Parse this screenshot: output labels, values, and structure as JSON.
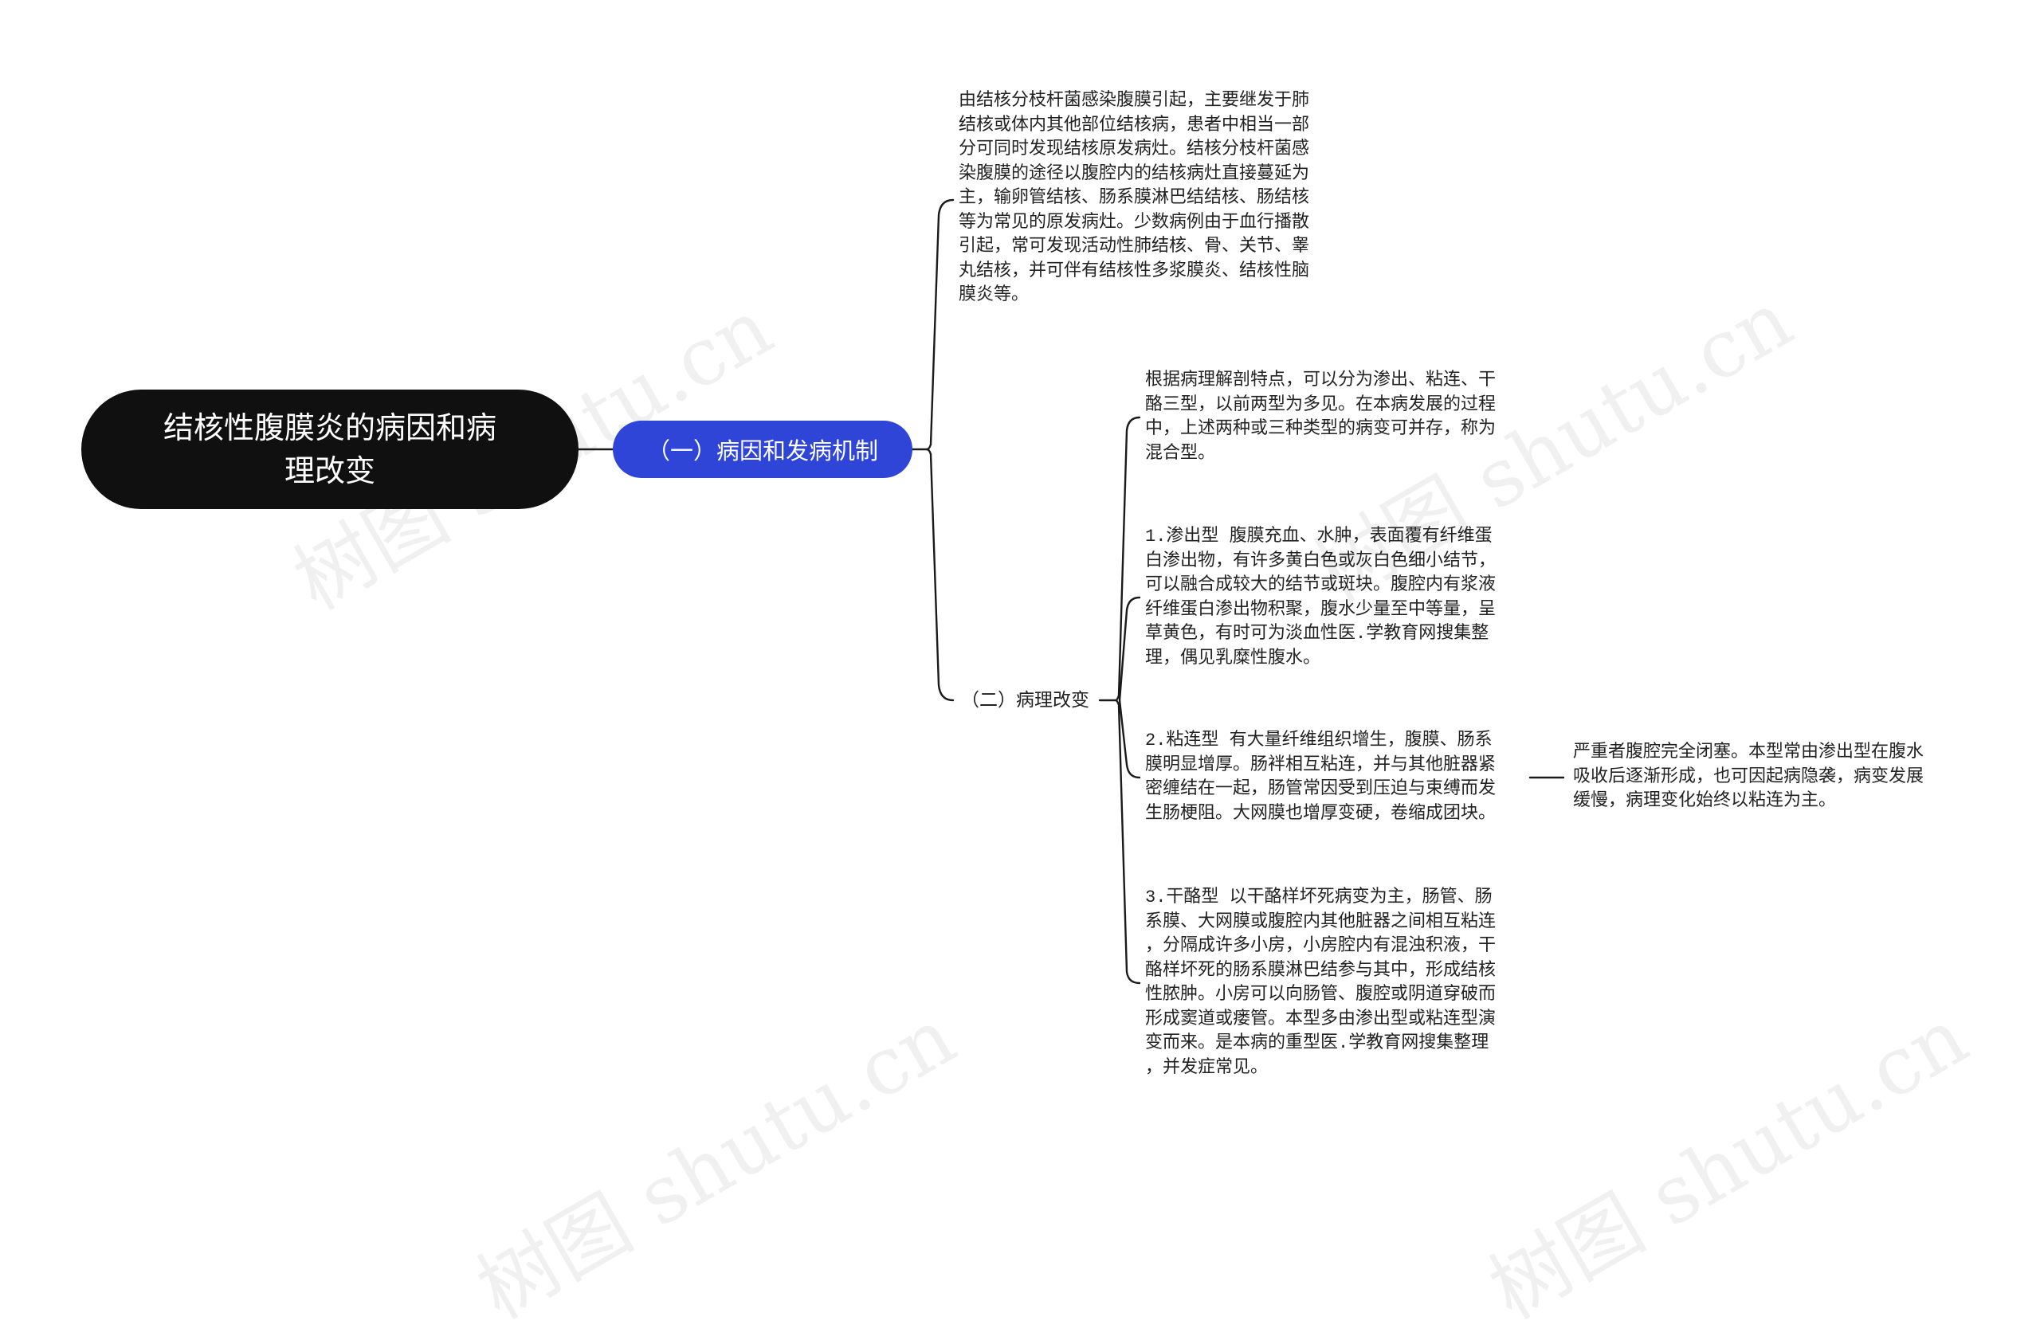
{
  "root": {
    "title": "结核性腹膜炎的病因和病\n理改变"
  },
  "branches": {
    "cause": {
      "label": "（一）病因和发病机制",
      "text": "由结核分枝杆菌感染腹膜引起，主要继发于肺\n结核或体内其他部位结核病，患者中相当一部\n分可同时发现结核原发病灶。结核分枝杆菌感\n染腹膜的途径以腹腔内的结核病灶直接蔓延为\n主，输卵管结核、肠系膜淋巴结结核、肠结核\n等为常见的原发病灶。少数病例由于血行播散\n引起，常可发现活动性肺结核、骨、关节、睾\n丸结核，并可伴有结核性多浆膜炎、结核性脑\n膜炎等。"
    },
    "pathology": {
      "label": "（二）病理改变",
      "intro": "根据病理解剖特点，可以分为渗出、粘连、干\n酪三型，以前两型为多见。在本病发展的过程\n中，上述两种或三种类型的病变可并存，称为\n混合型。",
      "exudative": "1.渗出型 腹膜充血、水肿，表面覆有纤维蛋\n白渗出物，有许多黄白色或灰白色细小结节，\n可以融合成较大的结节或斑块。腹腔内有浆液\n纤维蛋白渗出物积聚，腹水少量至中等量，呈\n草黄色，有时可为淡血性医.学教育网搜集整\n理，偶见乳糜性腹水。",
      "adhesive": "2.粘连型 有大量纤维组织增生，腹膜、肠系\n膜明显增厚。肠袢相互粘连，并与其他脏器紧\n密缠结在一起，肠管常因受到压迫与束缚而发\n生肠梗阻。大网膜也增厚变硬，卷缩成团块。",
      "adhesive_detail": "严重者腹腔完全闭塞。本型常由渗出型在腹水\n吸收后逐渐形成，也可因起病隐袭，病变发展\n缓慢，病理变化始终以粘连为主。",
      "caseous": "3.干酪型 以干酪样坏死病变为主，肠管、肠\n系膜、大网膜或腹腔内其他脏器之间相互粘连\n，分隔成许多小房，小房腔内有混浊积液，干\n酪样坏死的肠系膜淋巴结参与其中，形成结核\n性脓肿。小房可以向肠管、腹腔或阴道穿破而\n形成窦道或瘘管。本型多由渗出型或粘连型演\n变而来。是本病的重型医.学教育网搜集整理\n，并发症常见。"
    }
  },
  "watermark": "树图 shutu.cn",
  "colors": {
    "root_bg": "#101010",
    "pill_bg": "#2e45d8",
    "line": "#1a1a1a",
    "text": "#222222"
  }
}
